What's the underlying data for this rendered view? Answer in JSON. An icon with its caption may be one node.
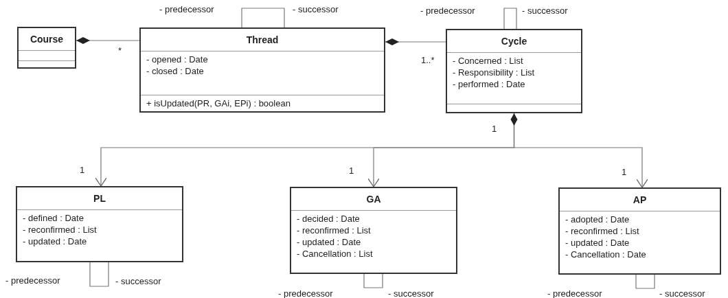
{
  "diagram": {
    "nodes": [
      {
        "text": [
          "Course"
        ]
      },
      {
        "text": [
          "Thread",
          "- opened : Date",
          "- closed : Date",
          "+ isUpdated(PR, GAi, EPi) : boolean"
        ]
      },
      {
        "text": [
          "Cycle",
          "- Concerned : List",
          "- Responsibility : List",
          "- performed : Date"
        ]
      },
      {
        "text": [
          "PL",
          "- defined : Date",
          "- reconfirmed : List",
          "- updated : Date"
        ]
      },
      {
        "text": [
          "GA",
          "- decided : Date",
          "- reconfirmed : List",
          "- updated : Date",
          "- Cancellation : List"
        ]
      },
      {
        "text": [
          "AP",
          "- adopted : Date",
          "- reconfirmed : List",
          "- updated : Date",
          "- Cancellation : Date"
        ]
      }
    ],
    "edges": [
      {
        "from": 0,
        "to": 1,
        "arrow": "other"
      },
      {
        "from": 1,
        "to": 2,
        "arrow": "other"
      },
      {
        "from": 2,
        "to": 3,
        "arrow": "to"
      },
      {
        "from": 2,
        "to": 4,
        "arrow": "to"
      },
      {
        "from": 2,
        "to": 5,
        "arrow": "to"
      },
      {
        "from": 1,
        "to": 1,
        "arrow": "none"
      },
      {
        "from": 2,
        "to": 2,
        "arrow": "none"
      },
      {
        "from": 3,
        "to": 3,
        "arrow": "none"
      },
      {
        "from": 4,
        "to": 4,
        "arrow": "none"
      },
      {
        "from": 5,
        "to": 5,
        "arrow": "none"
      }
    ],
    "labels": [
      "- predecessor",
      "- successor",
      "- predecessor",
      "- successor",
      "*",
      "1..*",
      "1",
      "1",
      "1",
      "1",
      "- predecessor",
      "- successor",
      "- predecessor",
      "- successor",
      "- predecessor",
      "- successor"
    ]
  }
}
